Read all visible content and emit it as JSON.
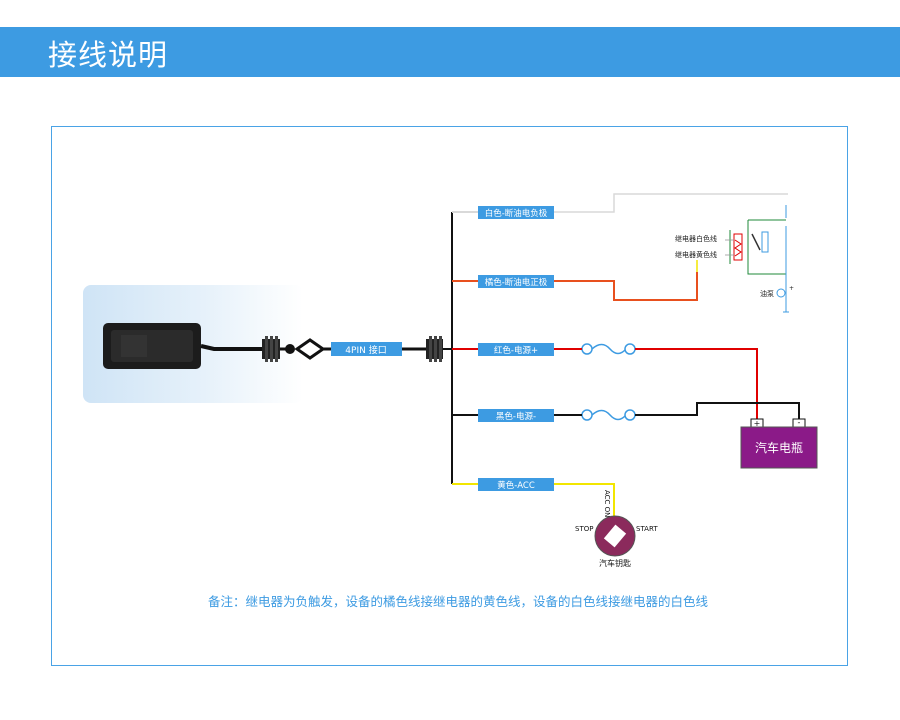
{
  "header": {
    "title": "接线说明"
  },
  "diagram": {
    "connector_label": "4PIN 接口",
    "wires": [
      {
        "label": "白色-断油电负极",
        "color": "#d9d9d9"
      },
      {
        "label": "橘色-断油电正极",
        "color": "#e8501e"
      },
      {
        "label": "红色-电源+",
        "color": "#e00000"
      },
      {
        "label": "黑色-电源-",
        "color": "#111111"
      },
      {
        "label": "黄色-ACC",
        "color": "#f2e600"
      }
    ],
    "relay": {
      "white_wire_label": "继电器白色线",
      "yellow_wire_label": "继电器黄色线",
      "pump_label": "油泵"
    },
    "battery": {
      "label": "汽车电瓶",
      "plus": "+",
      "minus": "-",
      "color": "#8b1a88"
    },
    "ignition": {
      "acc_on_label": "ACC ON",
      "stop_label": "STOP",
      "start_label": "START",
      "key_label": "汽车钥匙",
      "color": "#8b2a5c"
    },
    "note": "备注：继电器为负触发，设备的橘色线接继电器的黄色线，设备的白色线接继电器的白色线"
  }
}
